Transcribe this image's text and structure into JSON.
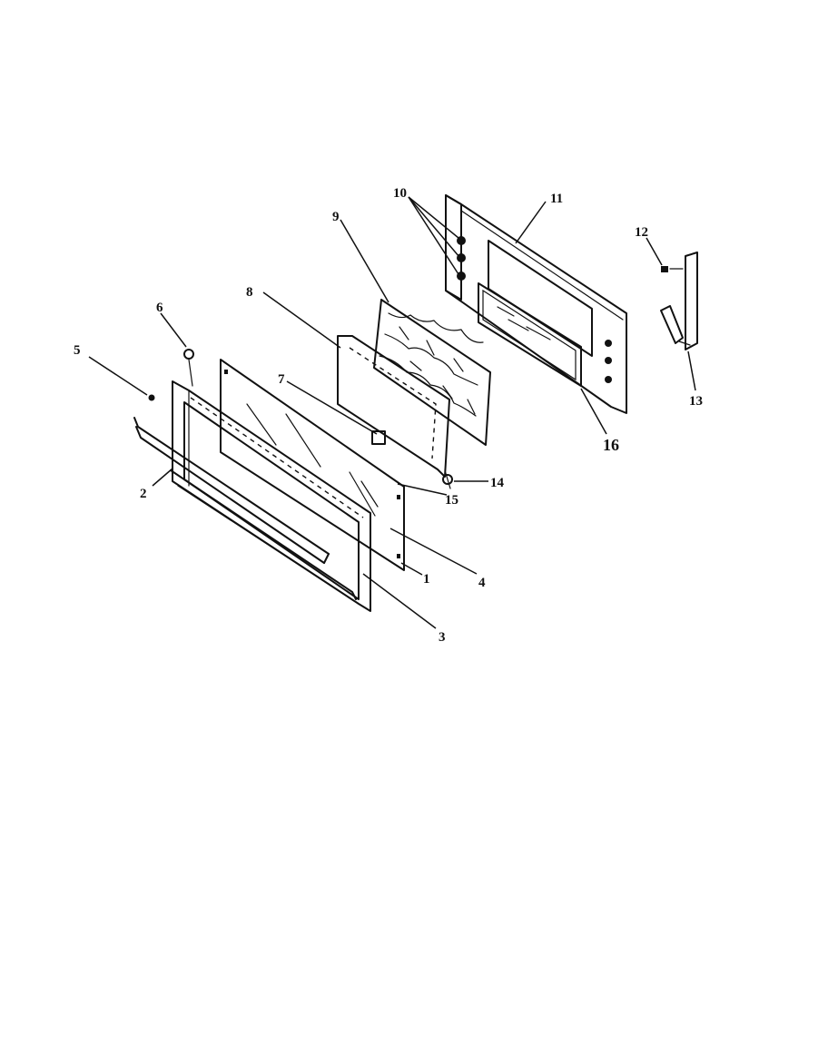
{
  "callouts": {
    "p1": "1",
    "p2": "2",
    "p3": "3",
    "p4": "4",
    "p5": "5",
    "p6": "6",
    "p7": "7",
    "p8": "8",
    "p9": "9",
    "p10": "10",
    "p11": "11",
    "p12": "12",
    "p13": "13",
    "p14": "14",
    "p15": "15",
    "p16": "16"
  }
}
